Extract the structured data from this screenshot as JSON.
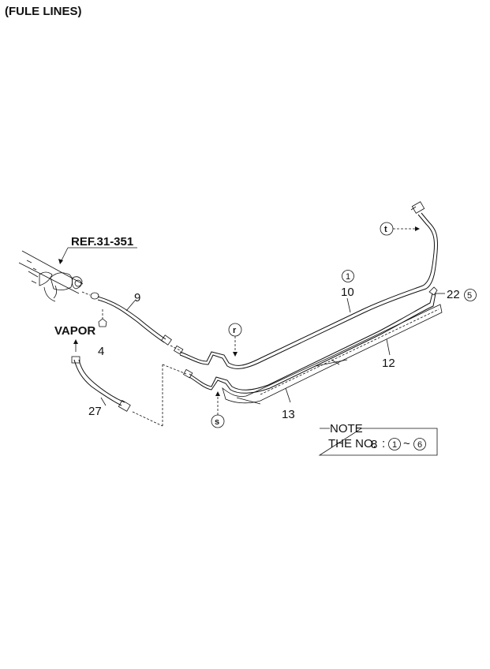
{
  "title": "(FULE LINES)",
  "ref_label": "REF.31-351",
  "vapor_label": "VAPOR",
  "callouts": {
    "c4": "4",
    "c9": "9",
    "c10": "10",
    "c12": "12",
    "c13": "13",
    "c22": "22",
    "c27": "27"
  },
  "circled": {
    "t": "t",
    "r": "r",
    "s": "s",
    "one": "1",
    "five": "5"
  },
  "note": {
    "heading": "NOTE",
    "text_prefix": "THE NO.",
    "text_number": "8",
    "colon": ":",
    "range_start": "1",
    "tilde": "~",
    "range_end": "6"
  }
}
